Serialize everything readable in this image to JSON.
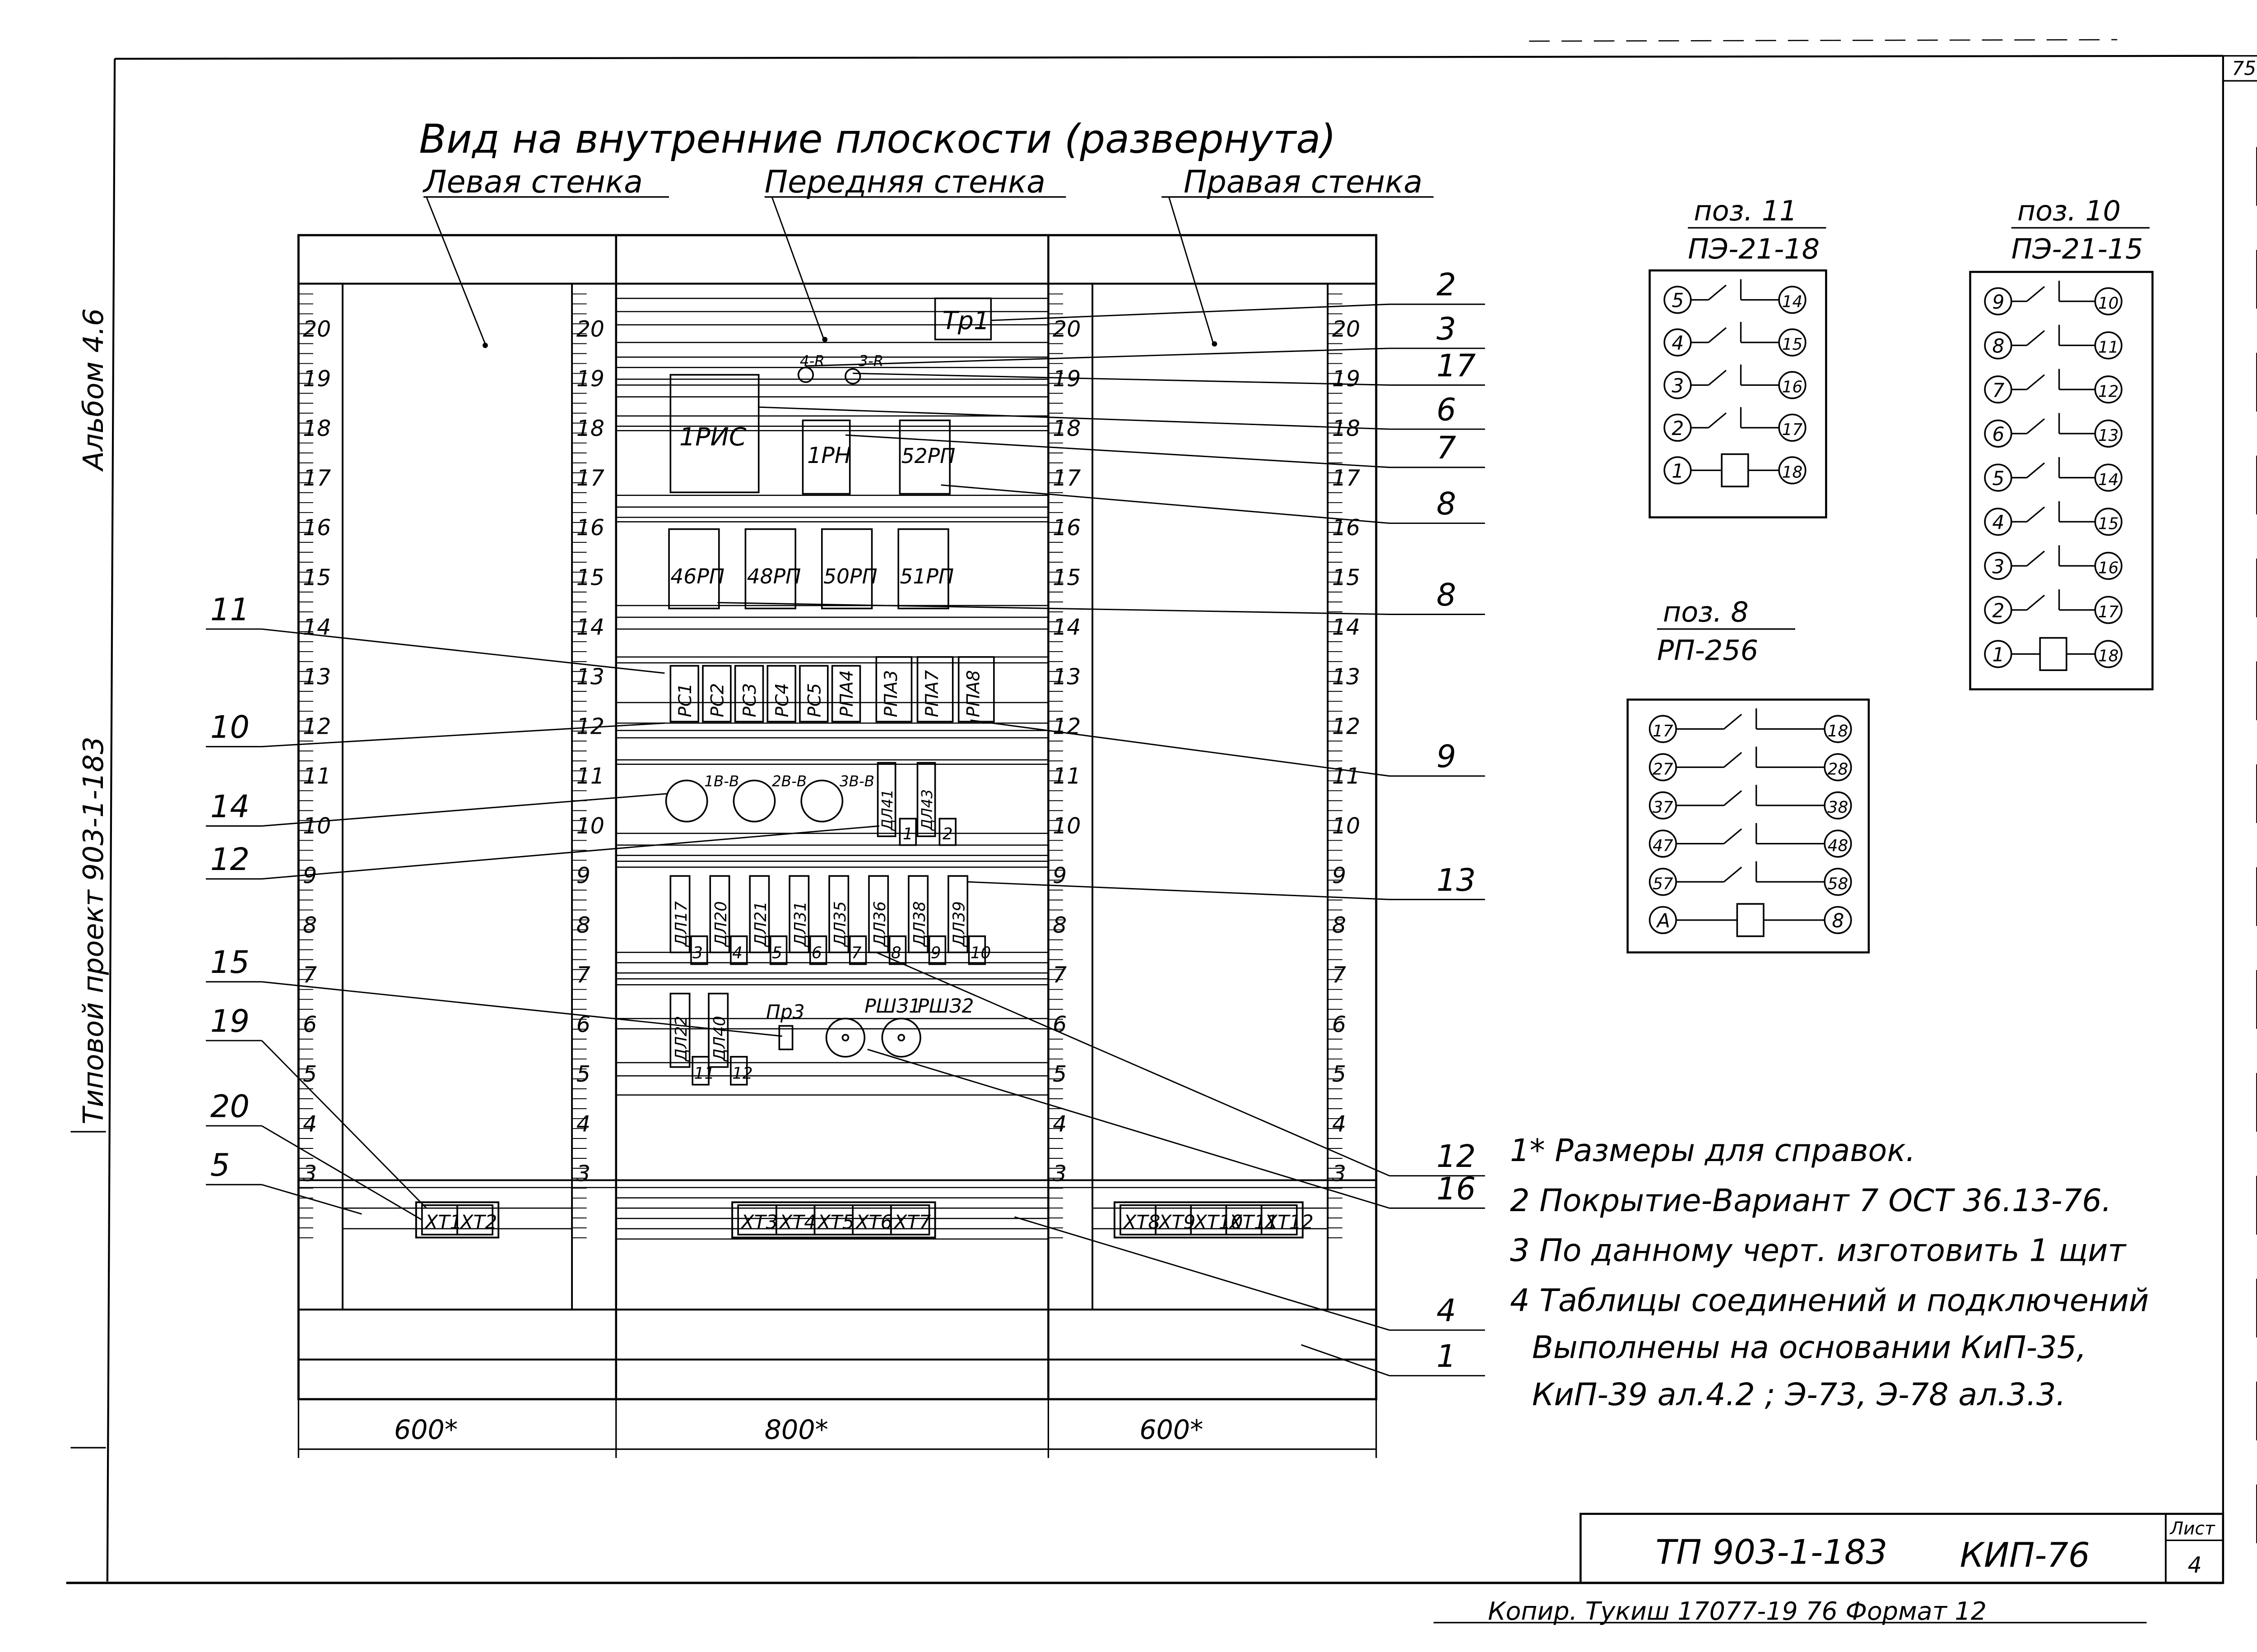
{
  "sheet": {
    "corner_mark": "75",
    "side_album": "Альбом 4.6",
    "side_project": "Типовой проект 903-1-183",
    "title": "Вид на внутренние плоскости (развернута)",
    "walls": {
      "left": "Левая стенка",
      "front": "Передняя стенка",
      "right": "Правая стенка"
    },
    "widths": [
      "600*",
      "800*",
      "600*"
    ]
  },
  "scale": {
    "numbers": [
      20,
      19,
      18,
      17,
      16,
      15,
      14,
      13,
      12,
      11,
      10,
      9,
      8,
      7,
      6,
      5,
      4,
      3
    ]
  },
  "devices": {
    "tp1": "Тр1",
    "lamps": [
      "4-R",
      "3-R"
    ],
    "row1": [
      "1РИС",
      "1РН",
      "52РП"
    ],
    "row2": [
      "46РП",
      "48РП",
      "50РП",
      "51РП"
    ],
    "row3": [
      "РС1",
      "РС2",
      "РС3",
      "РС4",
      "РС5",
      "РПА4",
      "РПА3",
      "РПА7",
      "РПА8"
    ],
    "row4_round": [
      "1В-В",
      "2В-В",
      "3В-В"
    ],
    "row4_small": [
      "ДЛ41",
      "ДЛ43"
    ],
    "row4_num": [
      "1",
      "2"
    ],
    "row5": [
      "ДЛ17",
      "ДЛ20",
      "ДЛ21",
      "ДЛ31",
      "ДЛ35",
      "ДЛ36",
      "ДЛ38",
      "ДЛ39"
    ],
    "row5_num": [
      "3",
      "4",
      "5",
      "6",
      "7",
      "8",
      "9",
      "10"
    ],
    "row6_small": [
      "ДЛ22",
      "ДЛ40"
    ],
    "row6_num": [
      "11",
      "12"
    ],
    "pr3": "Пр3",
    "rsh": [
      "РШЗ1",
      "РШЗ2"
    ],
    "xt_left": [
      "ХТ1",
      "ХТ2"
    ],
    "xt_front": [
      "ХТ3",
      "ХТ4",
      "ХТ5",
      "ХТ6",
      "ХТ7"
    ],
    "xt_right": [
      "ХТ8",
      "ХТ9",
      "ХТ10",
      "ХТ11",
      "ХТ12"
    ]
  },
  "callouts": {
    "right": [
      "2",
      "3",
      "17",
      "6",
      "7",
      "8",
      "8",
      "9",
      "13",
      "12",
      "16",
      "4",
      "1"
    ],
    "left": [
      "11",
      "10",
      "14",
      "12",
      "15",
      "19",
      "20",
      "5"
    ]
  },
  "pos11": {
    "title": "поз. 11",
    "type": "ПЭ-21-18",
    "left": [
      "5",
      "4",
      "3",
      "2",
      "1"
    ],
    "right": [
      "14",
      "15",
      "16",
      "17",
      "18"
    ]
  },
  "pos10": {
    "title": "поз. 10",
    "type": "ПЭ-21-15",
    "left": [
      "9",
      "8",
      "7",
      "6",
      "5",
      "4",
      "3",
      "2",
      "1"
    ],
    "right": [
      "10",
      "11",
      "12",
      "13",
      "14",
      "15",
      "16",
      "17",
      "18"
    ]
  },
  "pos8": {
    "title": "поз. 8",
    "type": "РП-256",
    "left": [
      "17",
      "27",
      "37",
      "47",
      "57",
      "А"
    ],
    "right": [
      "18",
      "28",
      "38",
      "48",
      "58",
      "8"
    ]
  },
  "notes": [
    "1* Размеры для справок.",
    "2 Покрытие-Вариант 7 ОСТ 36.13-76.",
    "3 По данному черт. изготовить 1 щит",
    "4 Таблицы соединений и подключений",
    "Выполнены на основании КиП-35,",
    "КиП-39 ал.4.2 ; Э-73, Э-78 ал.3.3."
  ],
  "title_block": {
    "code": "ТП 903-1-183",
    "code2": "КИП-76",
    "sheet_label": "Лист",
    "sheet_no": "4"
  },
  "footer": "Копир. Тукиш 17077-19 76 Формат 12"
}
